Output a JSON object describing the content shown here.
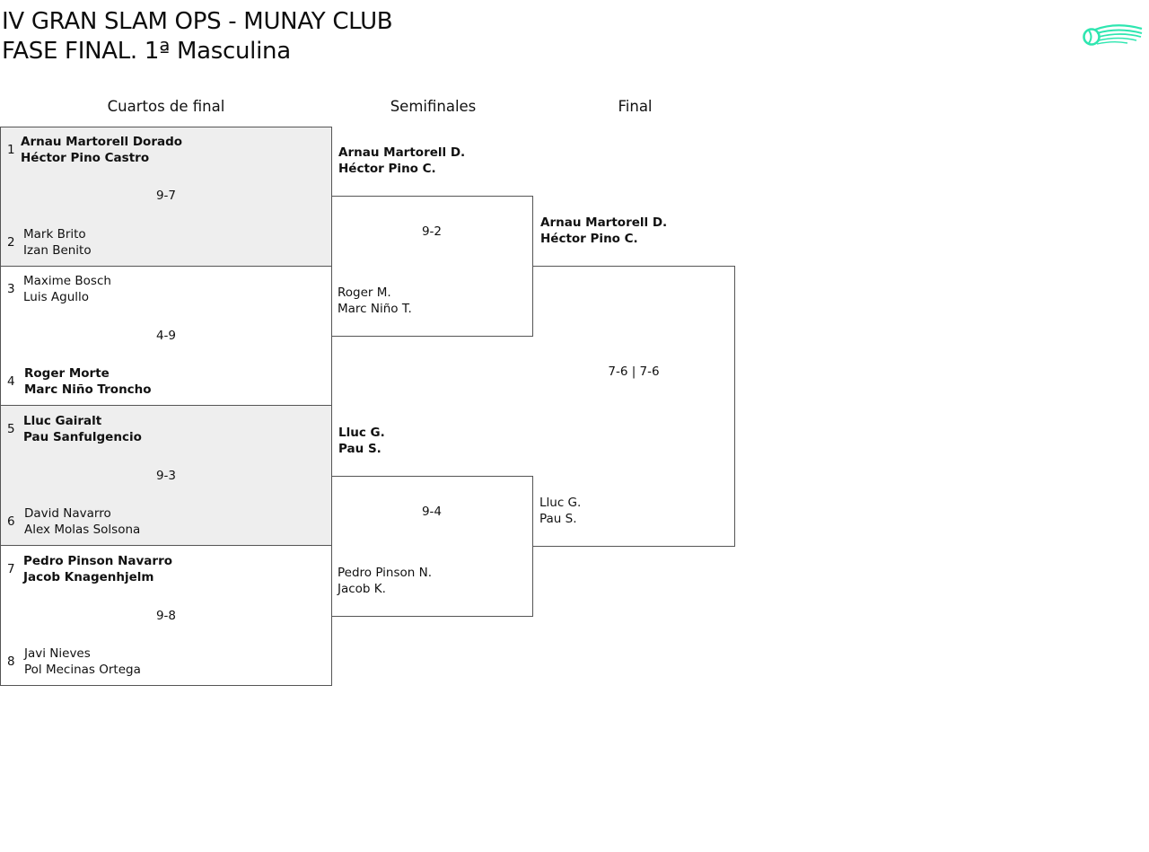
{
  "header": {
    "title_line1": "IV GRAN SLAM OPS - MUNAY CLUB",
    "title_line2": "FASE FINAL. 1ª Masculina"
  },
  "colors": {
    "logo_accent": "#2ee6b0",
    "box_fill": "#eeeeee"
  },
  "rounds": {
    "quarterfinals": "Cuartos de final",
    "semifinals": "Semifinales",
    "final": "Final"
  },
  "quarterfinals": [
    {
      "score": "9-7",
      "top": {
        "seed": "1",
        "p1": "Arnau Martorell Dorado",
        "p2": "Héctor Pino Castro",
        "winner": true
      },
      "bottom": {
        "seed": "2",
        "p1": "Mark Brito",
        "p2": "Izan Benito",
        "winner": false
      }
    },
    {
      "score": "4-9",
      "top": {
        "seed": "3",
        "p1": "Maxime Bosch",
        "p2": "Luis Agullo",
        "winner": false
      },
      "bottom": {
        "seed": "4",
        "p1": "Roger Morte",
        "p2": "Marc Niño Troncho",
        "winner": true
      }
    },
    {
      "score": "9-3",
      "top": {
        "seed": "5",
        "p1": "Lluc Gairalt",
        "p2": "Pau Sanfulgencio",
        "winner": true
      },
      "bottom": {
        "seed": "6",
        "p1": "David Navarro",
        "p2": "Alex Molas Solsona",
        "winner": false
      }
    },
    {
      "score": "9-8",
      "top": {
        "seed": "7",
        "p1": "Pedro Pinson Navarro",
        "p2": "Jacob Knagenhjelm",
        "winner": true
      },
      "bottom": {
        "seed": "8",
        "p1": "Javi Nieves",
        "p2": "Pol Mecinas Ortega",
        "winner": false
      }
    }
  ],
  "semifinals": [
    {
      "score": "9-2",
      "top": {
        "p1": "Arnau Martorell D.",
        "p2": "Héctor Pino C.",
        "winner": true
      },
      "bottom": {
        "p1": "Roger M.",
        "p2": "Marc Niño T.",
        "winner": false
      }
    },
    {
      "score": "9-4",
      "top": {
        "p1": "Lluc G.",
        "p2": "Pau S.",
        "winner": true
      },
      "bottom": {
        "p1": "Pedro Pinson N.",
        "p2": "Jacob K.",
        "winner": false
      }
    }
  ],
  "final": {
    "score": "7-6 | 7-6",
    "top": {
      "p1": "Arnau Martorell D.",
      "p2": "Héctor Pino C.",
      "winner": true
    },
    "bottom": {
      "p1": "Lluc G.",
      "p2": "Pau S.",
      "winner": false
    }
  }
}
